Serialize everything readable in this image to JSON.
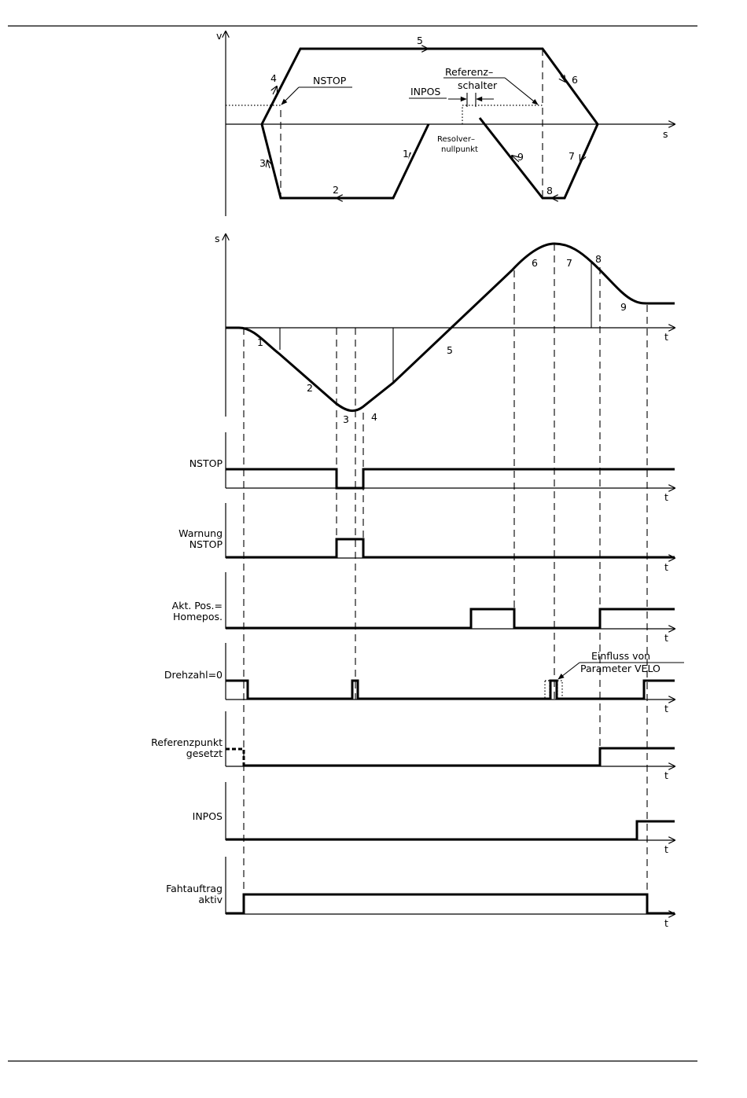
{
  "phase_diagram": {
    "v_axis": "v",
    "s_axis": "s",
    "segments": [
      "1",
      "2",
      "3",
      "4",
      "5",
      "6",
      "7",
      "8",
      "9"
    ],
    "nstop": "NSTOP",
    "inpos": "INPOS",
    "referenz_line1": "Referenz–",
    "referenz_line2": "schalter",
    "resolver_line1": "Resolver–",
    "resolver_line2": "nullpunkt"
  },
  "position_chart": {
    "y_axis": "s",
    "t_axis": "t",
    "segments": [
      "1",
      "2",
      "3",
      "4",
      "5",
      "6",
      "7",
      "8",
      "9"
    ]
  },
  "signals": [
    {
      "line1": "",
      "line2": "NSTOP",
      "t": "t"
    },
    {
      "line1": "Warnung",
      "line2": "NSTOP",
      "t": "t"
    },
    {
      "line1": "Akt. Pos.=",
      "line2": "Homepos.",
      "t": "t"
    },
    {
      "line1": "",
      "line2": "Drehzahl=0",
      "t": "t"
    },
    {
      "line1": "Referenzpunkt",
      "line2": "gesetzt",
      "t": "t"
    },
    {
      "line1": "",
      "line2": "INPOS",
      "t": "t"
    },
    {
      "line1": "Fahtauftrag",
      "line2": "aktiv",
      "t": "t"
    }
  ],
  "velo_note_line1": "Einfluss von",
  "velo_note_line2": "Parameter VELO"
}
